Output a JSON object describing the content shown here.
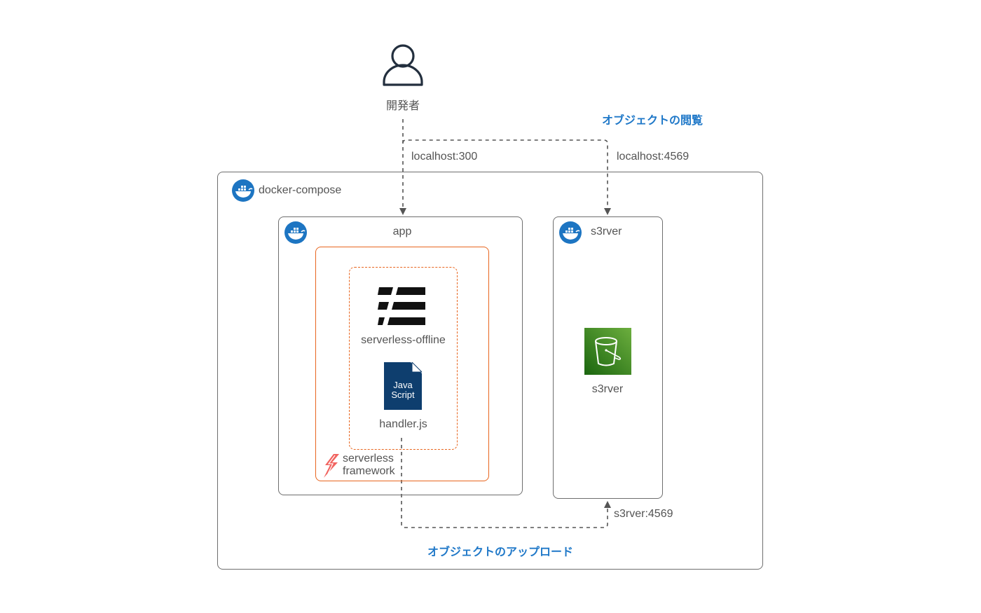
{
  "developer": {
    "label": "開発者",
    "icon": "user-icon"
  },
  "connections": {
    "browse_title": "オブジェクトの閲覧",
    "upload_title": "オブジェクトのアップロード",
    "app_port_label": "localhost:300",
    "s3_port_label": "localhost:4569",
    "internal_label": "s3rver:4569"
  },
  "docker_compose": {
    "label": "docker-compose",
    "icon": "docker-icon"
  },
  "app_container": {
    "label": "app",
    "icon": "docker-icon",
    "serverless_framework": {
      "label_line1": "serverless",
      "label_line2": "framework",
      "icon": "serverless-framework-icon"
    },
    "serverless_offline": {
      "label": "serverless-offline",
      "icon": "serverless-offline-icon"
    },
    "handler": {
      "label": "handler.js",
      "icon": "javascript-file-icon",
      "icon_text_line1": "Java",
      "icon_text_line2": "Script"
    }
  },
  "s3rver_container": {
    "label": "s3rver",
    "icon": "docker-icon",
    "bucket": {
      "label": "s3rver",
      "icon": "s3-bucket-icon"
    }
  },
  "colors": {
    "accent_blue": "#1f78c8",
    "docker_blue": "#1d75c2",
    "serverless_orange": "#e8651e",
    "s3_green": "#3f8b2a",
    "js_navy": "#0e3e6e"
  }
}
